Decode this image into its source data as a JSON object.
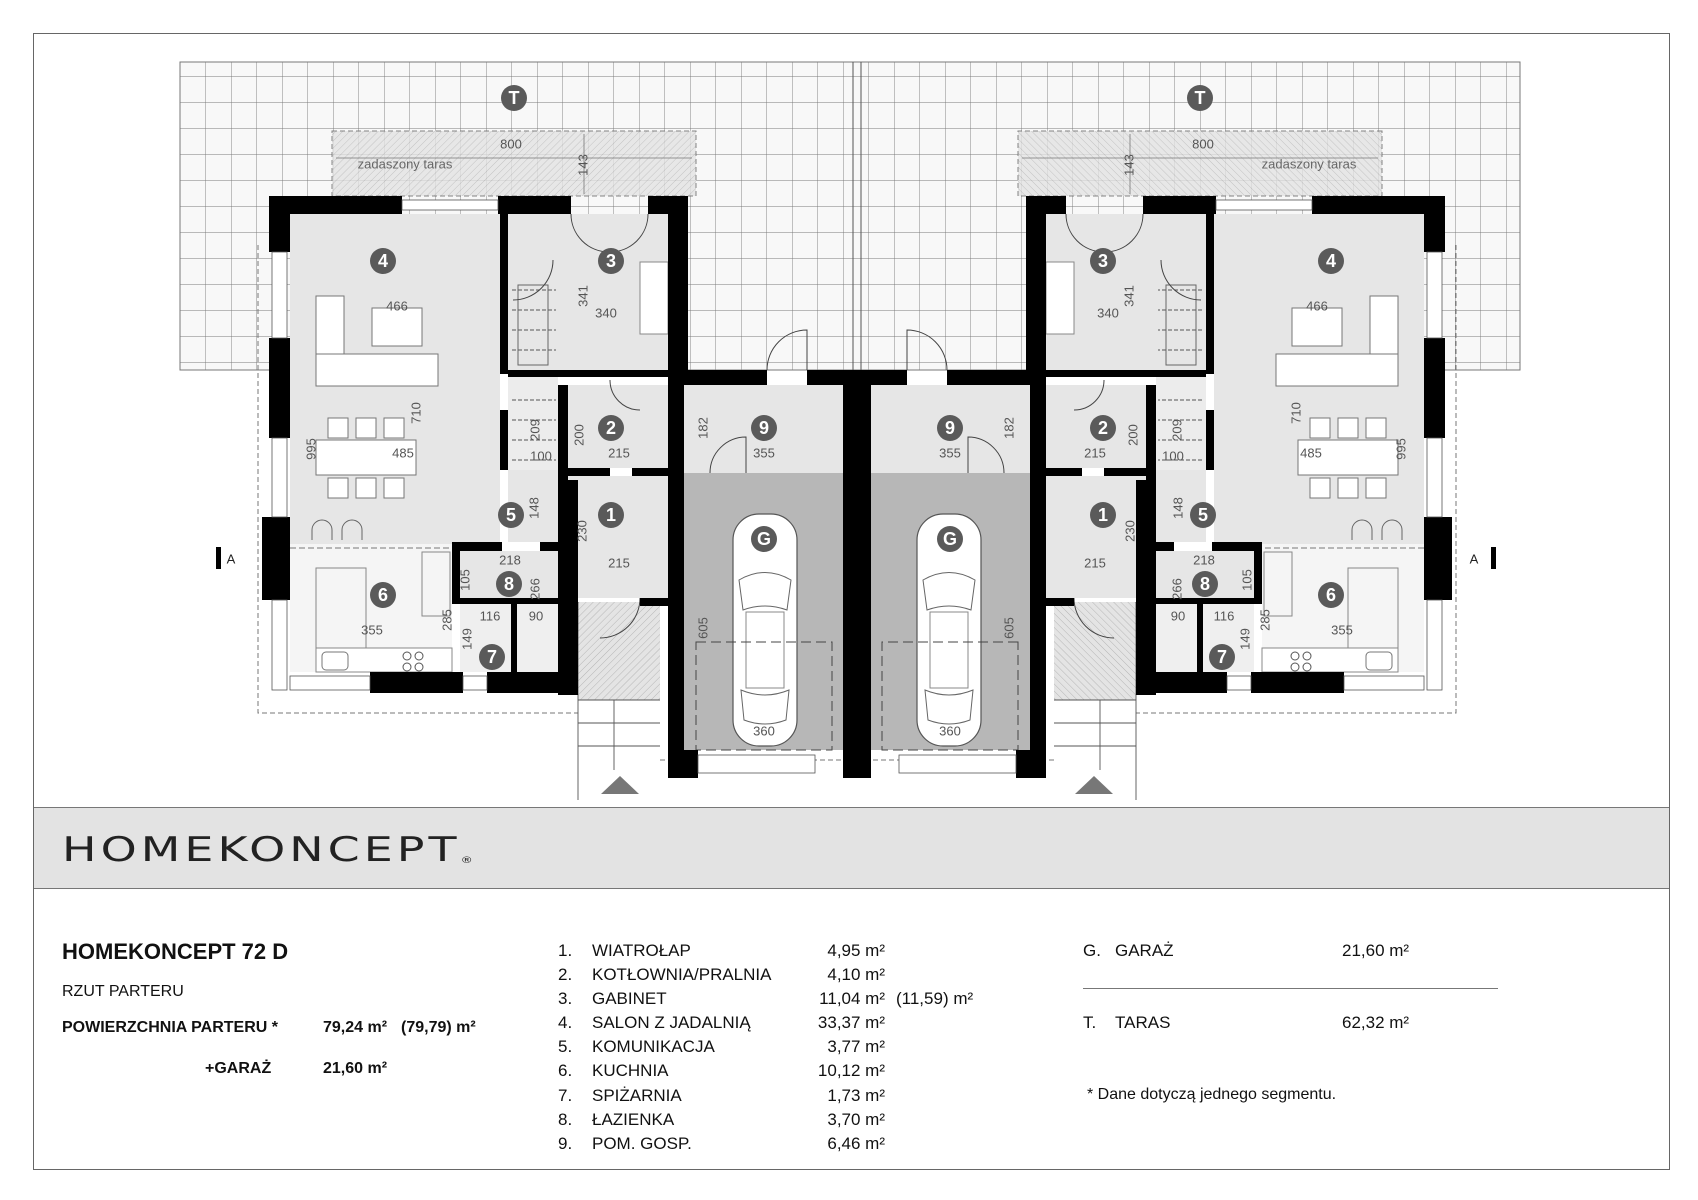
{
  "plan": {
    "terrace_label": "T",
    "covered_terrace": "zadaszony taras",
    "section_marker": "A",
    "garage_label": "G",
    "rooms": [
      "1",
      "2",
      "3",
      "4",
      "5",
      "6",
      "7",
      "8",
      "9"
    ],
    "dims": [
      "800",
      "143",
      "466",
      "341",
      "340",
      "710",
      "995",
      "485",
      "209",
      "100",
      "200",
      "215",
      "182",
      "355",
      "148",
      "230",
      "215",
      "218",
      "105",
      "266",
      "285",
      "355",
      "116",
      "90",
      "149",
      "605",
      "360"
    ]
  },
  "brand": {
    "logo": "HOMEKONCEPT",
    "registered": "®"
  },
  "info": {
    "title": "HOMEKONCEPT 72 D",
    "subtitle": "RZUT PARTERU",
    "area_label": "POWIERZCHNIA PARTERU *",
    "area_value": "79,24 m²",
    "area_value_alt": "(79,79) m²",
    "garage_label": "+GARAŻ",
    "garage_value": "21,60 m²"
  },
  "legend": {
    "rooms": [
      {
        "num": "1.",
        "name": "WIATROŁAP",
        "area": "4,95 m²"
      },
      {
        "num": "2.",
        "name": "KOTŁOWNIA/PRALNIA",
        "area": "4,10 m²"
      },
      {
        "num": "3.",
        "name": "GABINET",
        "area": "11,04 m²",
        "alt": "(11,59) m²"
      },
      {
        "num": "4.",
        "name": "SALON Z JADALNIĄ",
        "area": "33,37 m²"
      },
      {
        "num": "5.",
        "name": "KOMUNIKACJA",
        "area": "3,77 m²"
      },
      {
        "num": "6.",
        "name": "KUCHNIA",
        "area": "10,12 m²"
      },
      {
        "num": "7.",
        "name": "SPIŻARNIA",
        "area": "1,73 m²"
      },
      {
        "num": "8.",
        "name": "ŁAZIENKA",
        "area": "3,70 m²"
      },
      {
        "num": "9.",
        "name": "POM. GOSP.",
        "area": "6,46 m²"
      }
    ],
    "garage": {
      "num": "G.",
      "name": "GARAŻ",
      "area": "21,60 m²"
    },
    "terrace": {
      "num": "T.",
      "name": "TARAS",
      "area": "62,32 m²"
    },
    "footnote": "*  Dane dotyczą jednego segmentu."
  },
  "colors": {
    "wall": "#000000",
    "room": "#e6e6e6",
    "garage": "#b7b7b7",
    "badge": "#5a5a5a",
    "band": "#e3e3e3"
  }
}
